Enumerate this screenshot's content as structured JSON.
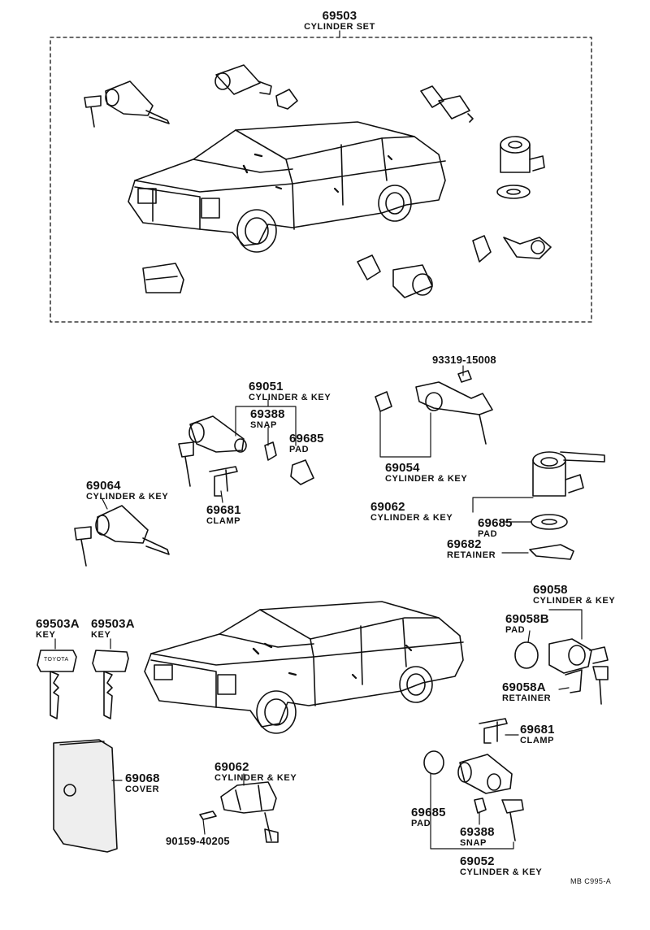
{
  "set_label": {
    "part_no": "69503",
    "name": "CYLINDER SET"
  },
  "labels": {
    "l69051": {
      "part_no": "69051",
      "name": "CYLINDER & KEY"
    },
    "l69388a": {
      "part_no": "69388",
      "name": "SNAP"
    },
    "l69685a": {
      "part_no": "69685",
      "name": "PAD"
    },
    "l69681a": {
      "part_no": "69681",
      "name": "CLAMP"
    },
    "l69064": {
      "part_no": "69064",
      "name": "CYLINDER & KEY"
    },
    "l93319": {
      "part_no": "93319-15008"
    },
    "l69054": {
      "part_no": "69054",
      "name": "CYLINDER & KEY"
    },
    "l69062a": {
      "part_no": "69062",
      "name": "CYLINDER & KEY"
    },
    "l69685b": {
      "part_no": "69685",
      "name": "PAD"
    },
    "l69682": {
      "part_no": "69682",
      "name": "RETAINER"
    },
    "l69503Aa": {
      "part_no": "69503A",
      "name": "KEY"
    },
    "l69503Ab": {
      "part_no": "69503A",
      "name": "KEY"
    },
    "l69058": {
      "part_no": "69058",
      "name": "CYLINDER & KEY"
    },
    "l69058B": {
      "part_no": "69058B",
      "name": "PAD"
    },
    "l69058A": {
      "part_no": "69058A",
      "name": "RETAINER"
    },
    "l69681b": {
      "part_no": "69681",
      "name": "CLAMP"
    },
    "l69068": {
      "part_no": "69068",
      "name": "COVER"
    },
    "l69062b": {
      "part_no": "69062",
      "name": "CYLINDER & KEY"
    },
    "l90159": {
      "part_no": "90159-40205"
    },
    "l69685c": {
      "part_no": "69685",
      "name": "PAD"
    },
    "l69388b": {
      "part_no": "69388",
      "name": "SNAP"
    },
    "l69052": {
      "part_no": "69052",
      "name": "CYLINDER & KEY"
    }
  },
  "key_stamp": "TOYOTA",
  "footer_code": "MB  C995-A"
}
